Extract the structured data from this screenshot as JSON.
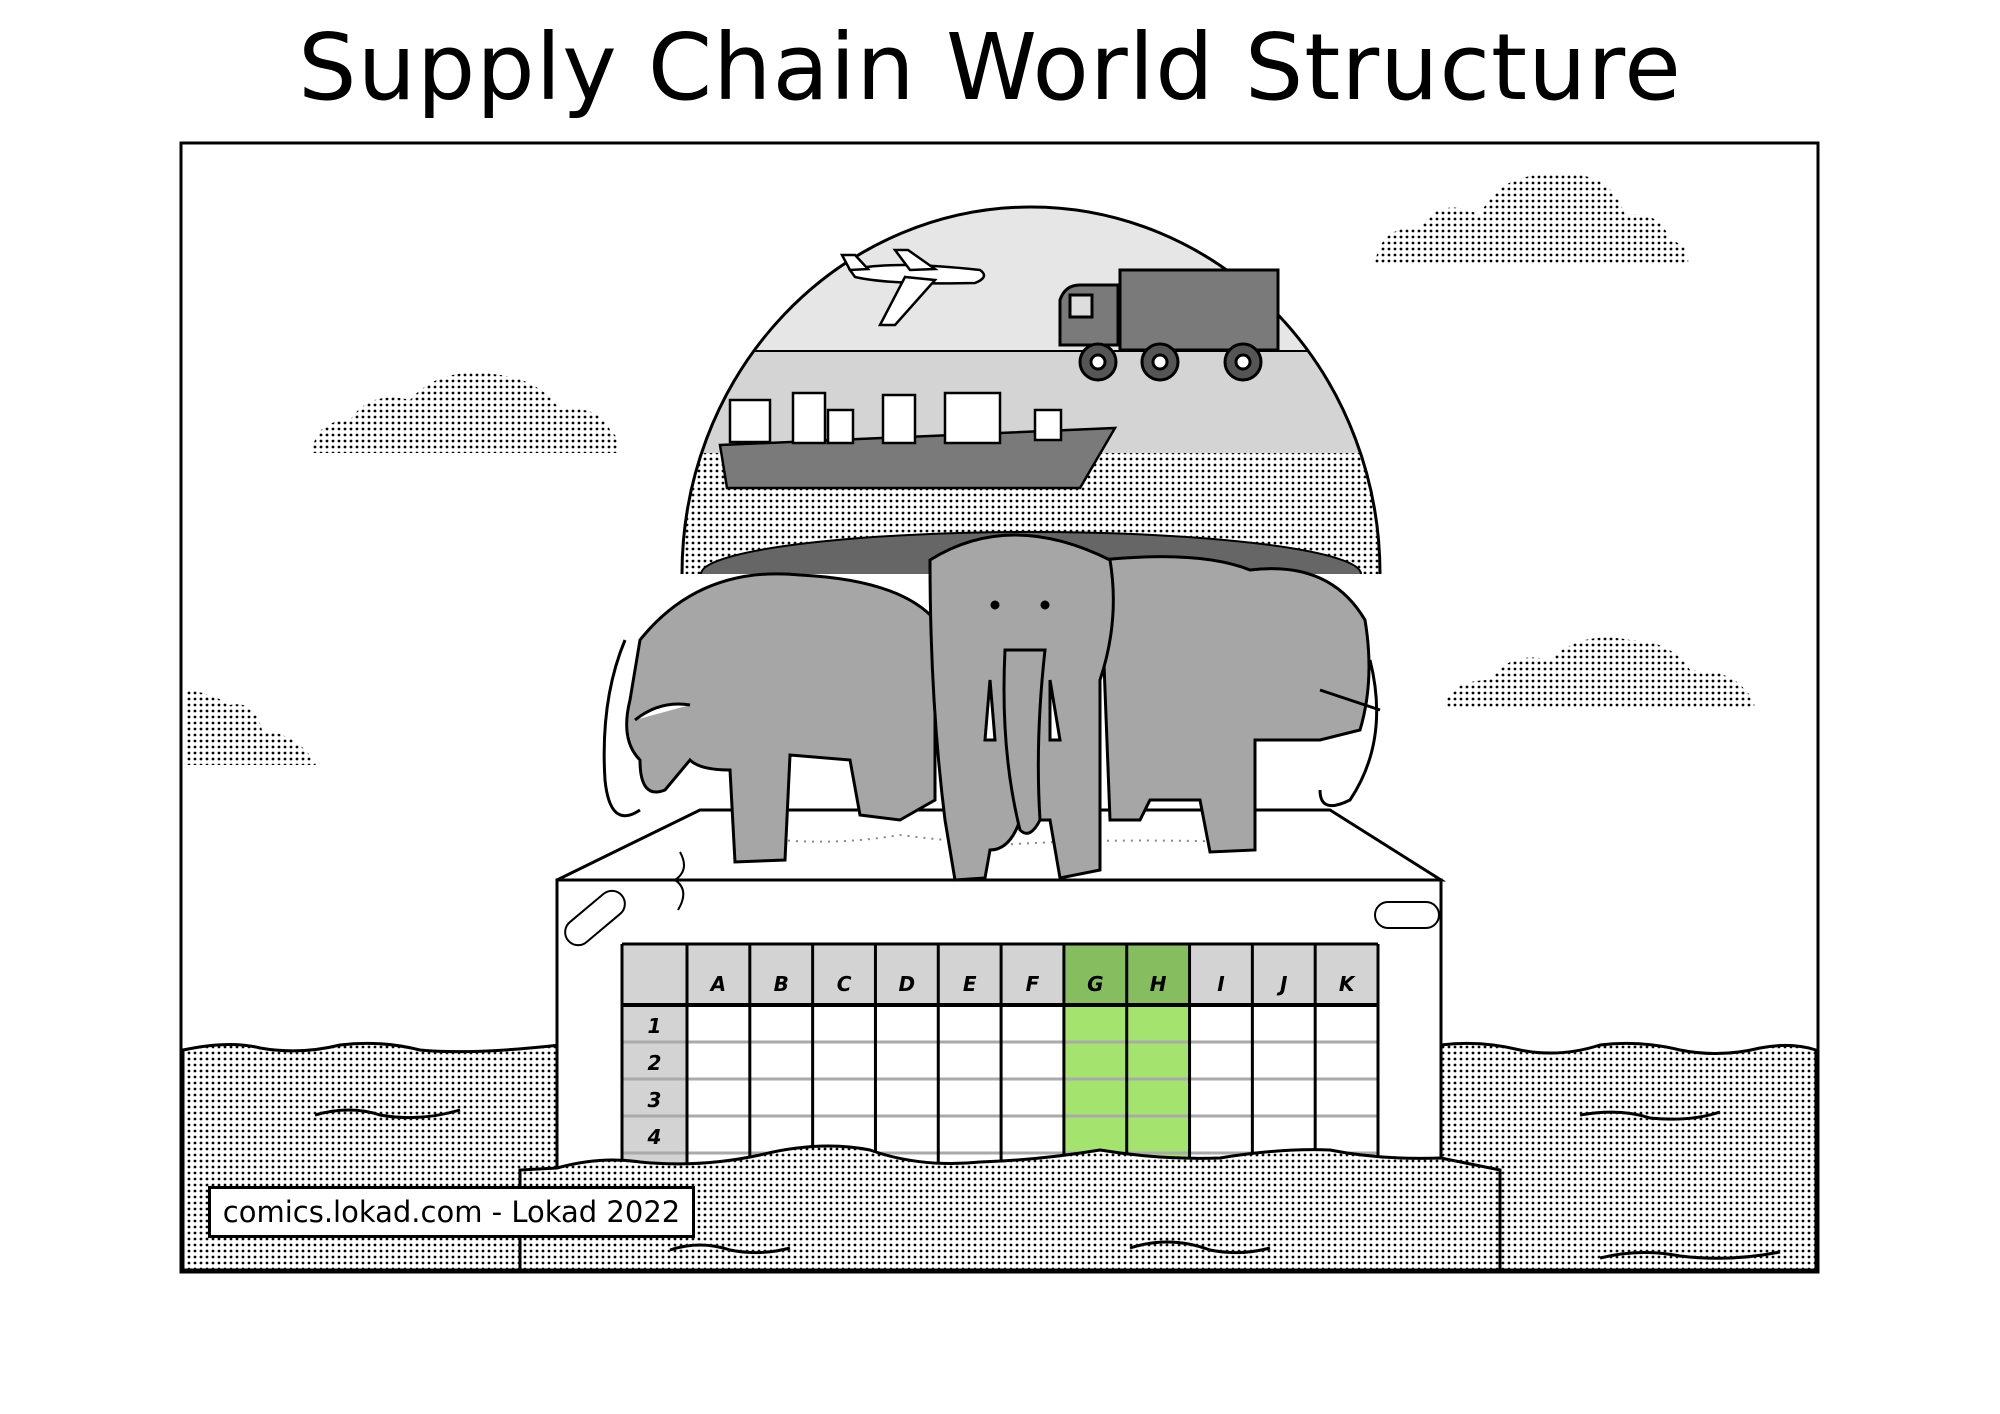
{
  "title": "Supply Chain World Structure",
  "caption": "comics.lokad.com - Lokad 2022",
  "spreadsheet": {
    "columns": [
      "A",
      "B",
      "C",
      "D",
      "E",
      "F",
      "G",
      "H",
      "I",
      "J",
      "K"
    ],
    "rows": [
      "1",
      "2",
      "3",
      "4"
    ],
    "highlighted_columns": [
      "G",
      "H"
    ],
    "highlight_color": "#a5e36f",
    "highlight_header_color": "#86bd5e",
    "header_color": "#d3d3d3"
  },
  "scene": {
    "dome_contents": [
      "airplane",
      "truck",
      "container-ship",
      "sea"
    ],
    "supporters": [
      "elephant",
      "elephant",
      "elephant"
    ],
    "base": "spreadsheet-block",
    "elephant_color": "#a6a6a6"
  }
}
